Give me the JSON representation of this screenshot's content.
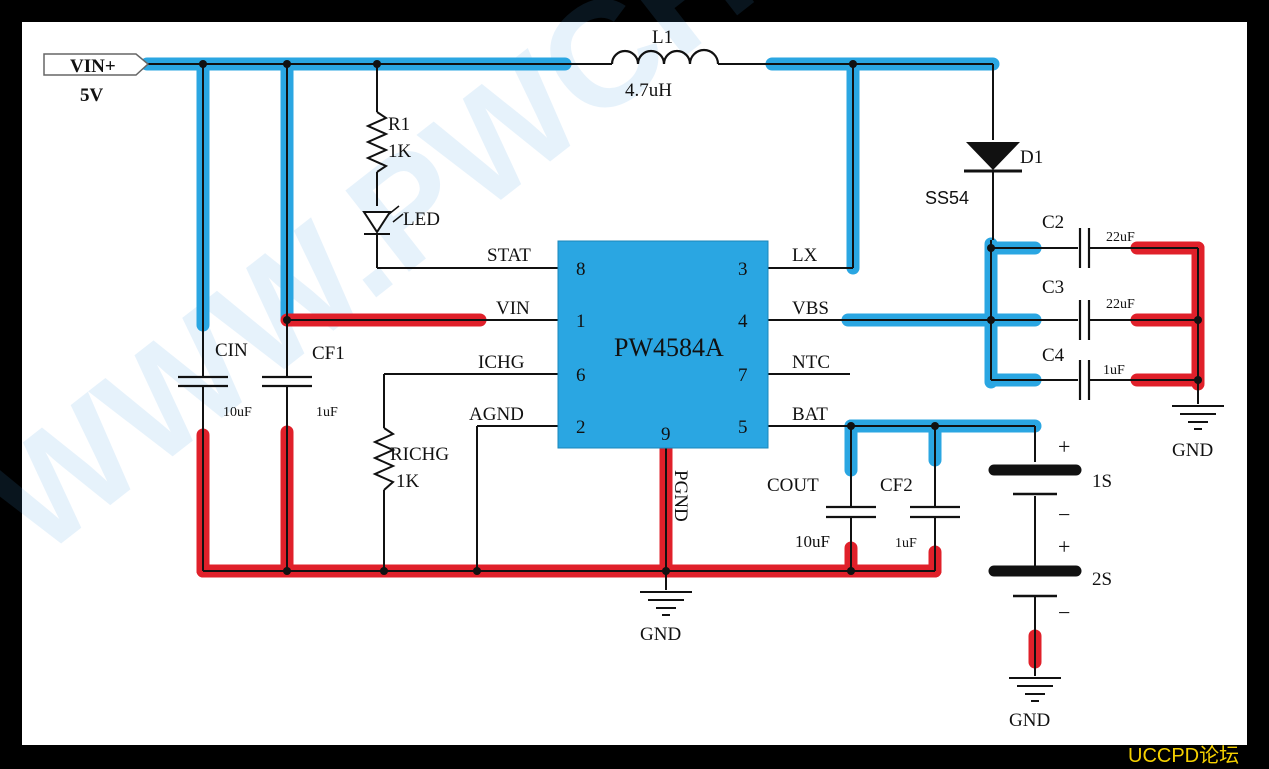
{
  "watermark": "WWW.PWCHIP.COM",
  "footer": "UCCPD论坛",
  "colors": {
    "power_net": "#2aa6e2",
    "ground_net": "#e0202a",
    "chip_body": "#2aa6e2",
    "wire": "#111111",
    "footer_text": "#f5d000"
  },
  "input": {
    "tag": "VIN+",
    "voltage": "5V"
  },
  "chip": {
    "name": "PW4584A",
    "pins": {
      "stat": {
        "name": "STAT",
        "num": "8"
      },
      "vin": {
        "name": "VIN",
        "num": "1"
      },
      "ichg": {
        "name": "ICHG",
        "num": "6"
      },
      "agnd": {
        "name": "AGND",
        "num": "2"
      },
      "lx": {
        "name": "LX",
        "num": "3"
      },
      "vbs": {
        "name": "VBS",
        "num": "4"
      },
      "ntc": {
        "name": "NTC",
        "num": "7"
      },
      "bat": {
        "name": "BAT",
        "num": "5"
      },
      "pgnd": {
        "name": "PGND",
        "num": "9"
      }
    }
  },
  "components": {
    "l1": {
      "ref": "L1",
      "value": "4.7uH"
    },
    "r1": {
      "ref": "R1",
      "value": "1K"
    },
    "led": {
      "ref": "LED"
    },
    "d1": {
      "ref": "D1",
      "part": "SS54"
    },
    "c2": {
      "ref": "C2",
      "value": "22uF"
    },
    "c3": {
      "ref": "C3",
      "value": "22uF"
    },
    "c4": {
      "ref": "C4",
      "value": "1uF"
    },
    "cin": {
      "ref": "CIN",
      "value": "10uF"
    },
    "cf1": {
      "ref": "CF1",
      "value": "1uF"
    },
    "richg": {
      "ref": "RICHG",
      "value": "1K"
    },
    "cout": {
      "ref": "COUT",
      "value": "10uF"
    },
    "cf2": {
      "ref": "CF2",
      "value": "1uF"
    }
  },
  "battery": {
    "cell1": "1S",
    "cell2": "2S",
    "plus": "+",
    "minus": "−"
  },
  "ground_label": "GND"
}
